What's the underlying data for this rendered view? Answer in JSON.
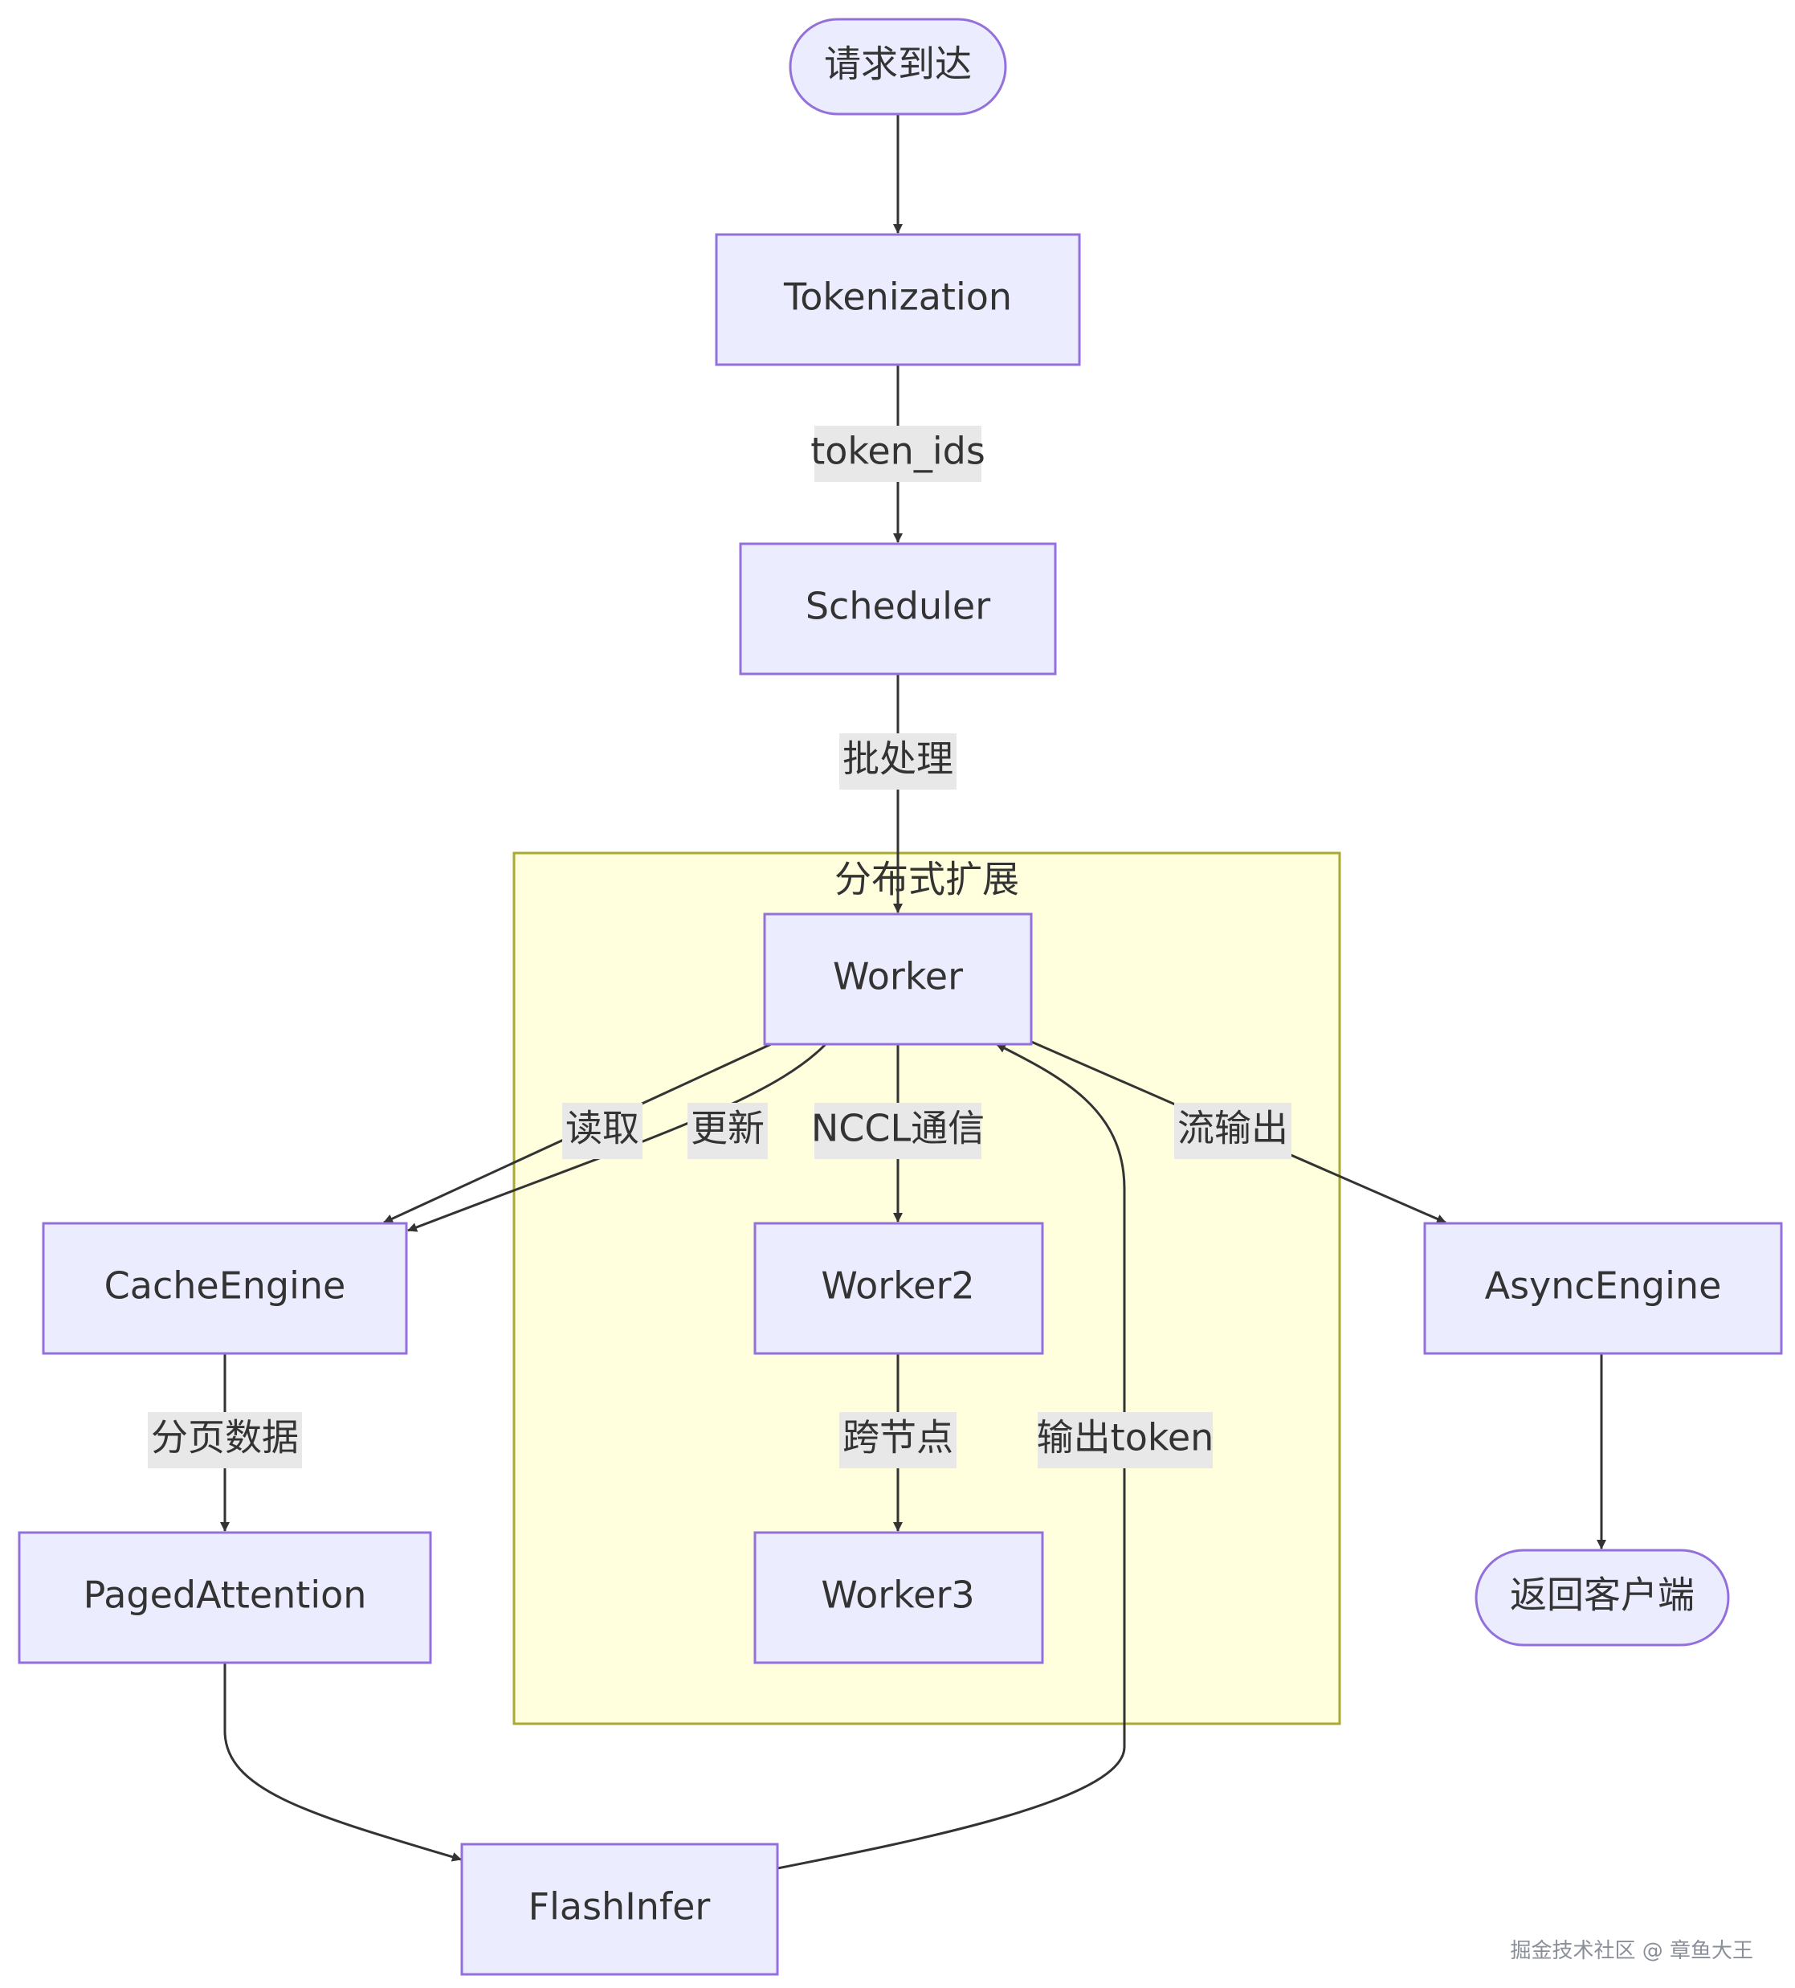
{
  "subgraph": {
    "title": "分布式扩展"
  },
  "nodes": {
    "request": "请求到达",
    "tokenization": "Tokenization",
    "scheduler": "Scheduler",
    "worker": "Worker",
    "worker2": "Worker2",
    "worker3": "Worker3",
    "cache_engine": "CacheEngine",
    "paged_attention": "PagedAttention",
    "flash_infer": "FlashInfer",
    "async_engine": "AsyncEngine",
    "return_client": "返回客户端"
  },
  "edges": {
    "token_ids": "token_ids",
    "batch": "批处理",
    "read": "读取",
    "update": "更新",
    "nccl": "NCCL通信",
    "stream": "流输出",
    "paged_data": "分页数据",
    "cross_node": "跨节点",
    "output_token": "输出token"
  },
  "watermark": "掘金技术社区 @ 章鱼大王",
  "colors": {
    "node_fill": "#ECECFF",
    "node_stroke": "#9370DB",
    "cluster_fill": "#FFFFDE",
    "cluster_stroke": "#AAAA33",
    "edge": "#333333",
    "edge_label_bg": "#E8E8E8"
  }
}
